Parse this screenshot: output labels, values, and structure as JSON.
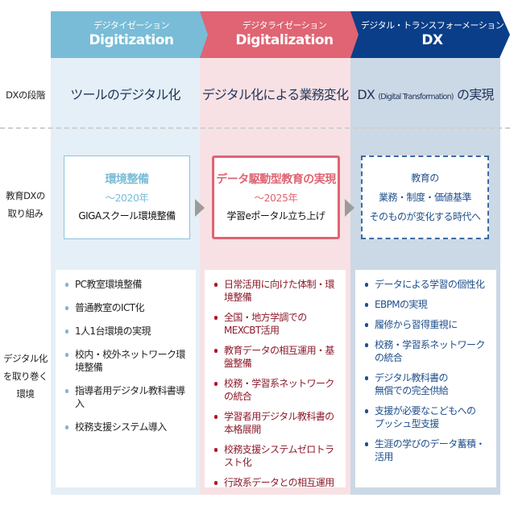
{
  "headers": [
    {
      "sub": "デジタイゼーション",
      "main": "Digitization"
    },
    {
      "sub": "デジタライゼーション",
      "main": "Digitalization"
    },
    {
      "sub": "デジタル・トランスフォーメーション",
      "main": "DX"
    }
  ],
  "row_labels": {
    "stage": "DXの段階",
    "initiative_line1": "教育DXの",
    "initiative_line2": "取り組み",
    "environment_line1": "デジタル化",
    "environment_line2": "を取り巻く",
    "environment_line3": "環境"
  },
  "stages": [
    "ツールのデジタル化",
    "デジタル化による業務変化",
    {
      "prefix": "DX",
      "paren": "(Digital Transformation)",
      "suffix": "の実現"
    }
  ],
  "initiatives": [
    {
      "title": "環境整備",
      "year": "～2020年",
      "desc": "GIGAスクール環境整備"
    },
    {
      "title": "データ駆動型教育の実現",
      "year": "～2025年",
      "desc": "学習eポータル立ち上げ"
    },
    {
      "line1": "教育の",
      "line2": "業務・制度・価値基準",
      "line3": "そのものが変化する時代へ"
    }
  ],
  "environment": [
    [
      "PC教室環境整備",
      "普通教室のICT化",
      "1人1台環境の実現",
      "校内・校外ネットワーク環境整備",
      "指導者用デジタル教科書導入",
      "校務支援システム導入"
    ],
    [
      "日常活用に向けた体制・環境整備",
      "全国・地方学調でのMEXCBT活用",
      "教育データの相互運用・基盤整備",
      "校務・学習系ネットワークの統合",
      "学習者用デジタル教科書の\n本格展開",
      "校務支援システムゼロトラスト化",
      "行政系データとの相互運用"
    ],
    [
      "データによる学習の個性化",
      "EBPMの実現",
      "履修から習得重視に",
      "校務・学習系ネットワークの統合",
      "デジタル教科書の\n無償での完全供給",
      "支援が必要なこどもへの\nプッシュ型支援",
      "生涯の学びのデータ蓄積・活用"
    ]
  ],
  "colors": {
    "digitization": "#79bcd7",
    "digitalization": "#e06473",
    "dx": "#0a3e88"
  }
}
